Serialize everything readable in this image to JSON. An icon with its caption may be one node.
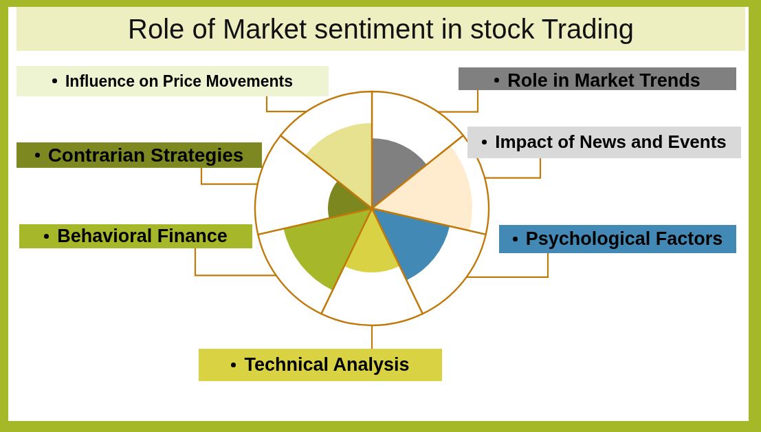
{
  "diagram": {
    "title": "Role of Market sentiment in stock Trading",
    "nodes": [
      {
        "text": [
          "Influence on Price Movements"
        ]
      },
      {
        "text": [
          "Role in Market Trends"
        ]
      },
      {
        "text": [
          "Impact of News and Events"
        ]
      },
      {
        "text": [
          "Contrarian Strategies"
        ]
      },
      {
        "text": [
          "Behavioral Finance"
        ]
      },
      {
        "text": [
          "Psychological Factors"
        ]
      },
      {
        "text": [
          "Technical Analysis"
        ]
      },
      {
        "text": [],
        "shape": "wedge"
      },
      {
        "text": [],
        "shape": "wedge"
      },
      {
        "text": [],
        "shape": "wedge"
      },
      {
        "text": [],
        "shape": "wedge"
      },
      {
        "text": [],
        "shape": "wedge"
      },
      {
        "text": [],
        "shape": "wedge"
      },
      {
        "text": [],
        "shape": "wedge"
      }
    ],
    "edges": [
      {
        "from": 0,
        "to": 13,
        "arrow": "none"
      },
      {
        "from": 1,
        "to": 7,
        "arrow": "none"
      },
      {
        "from": 2,
        "to": 8,
        "arrow": "none"
      },
      {
        "from": 3,
        "to": 12,
        "arrow": "none"
      },
      {
        "from": 4,
        "to": 11,
        "arrow": "none"
      },
      {
        "from": 5,
        "to": 9,
        "arrow": "none"
      },
      {
        "from": 6,
        "to": 10,
        "arrow": "none"
      }
    ]
  }
}
